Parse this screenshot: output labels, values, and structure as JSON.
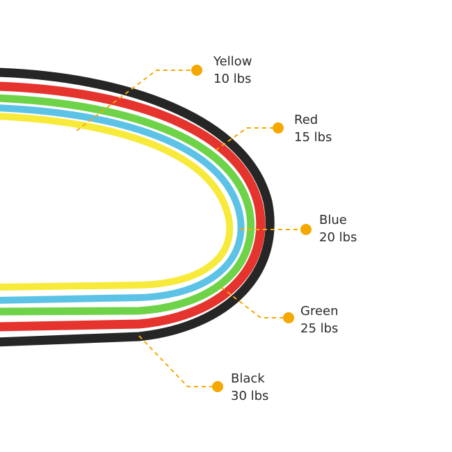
{
  "colors": {
    "accent": "#F5A800",
    "text": "#2b2b2b",
    "black": "#262626",
    "red": "#e5332e",
    "green": "#6fd34a",
    "blue": "#5cc3e6",
    "yellow": "#f7ea3a"
  },
  "bands": [
    {
      "color_name": "Yellow",
      "weight": "10 lbs"
    },
    {
      "color_name": "Red",
      "weight": "15 lbs"
    },
    {
      "color_name": "Blue",
      "weight": "20 lbs"
    },
    {
      "color_name": "Green",
      "weight": "25 lbs"
    },
    {
      "color_name": "Black",
      "weight": "30 lbs"
    }
  ]
}
